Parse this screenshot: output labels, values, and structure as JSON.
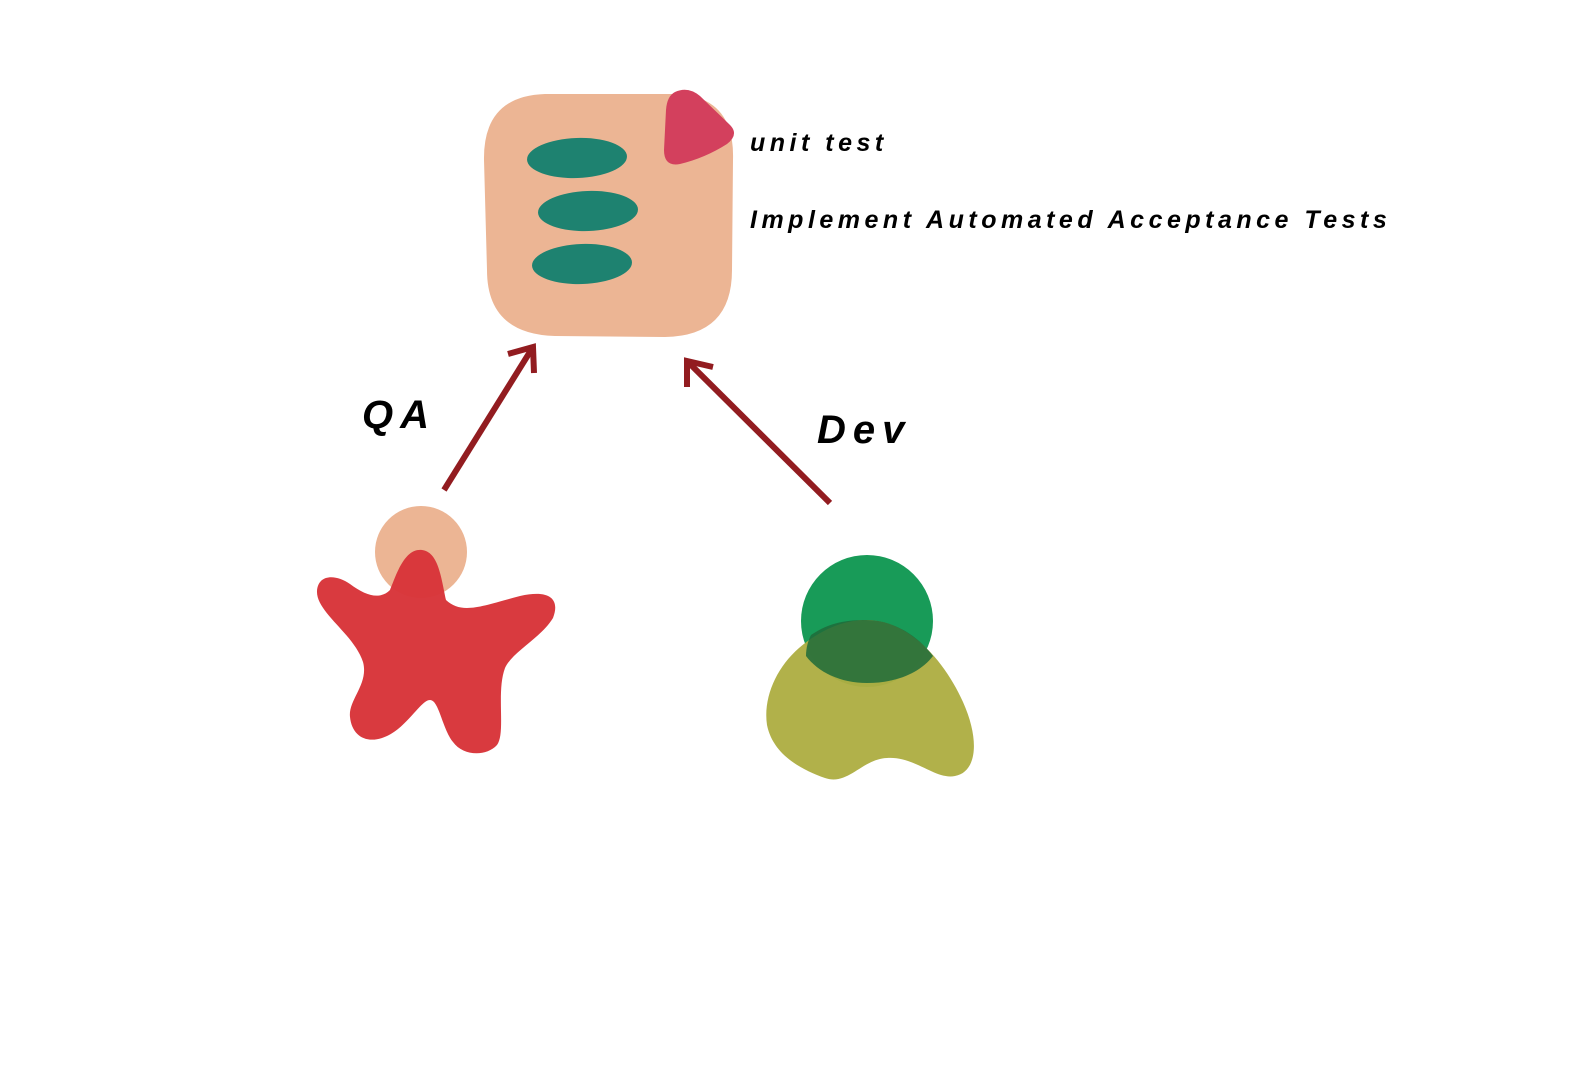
{
  "labels": {
    "unit_test": "unit test",
    "acceptance_tests": "Implement Automated Acceptance Tests",
    "qa": "QA",
    "dev": "Dev"
  },
  "icons": {
    "task_card": "task-card-icon",
    "qa_person": "qa-person-icon",
    "dev_person": "dev-person-icon"
  },
  "colors": {
    "card": "#ecb594",
    "card_lines": "#1e8270",
    "flag": "#d3405d",
    "qa_head": "#ecb594",
    "qa_body": "#d83439",
    "dev_head": "#189b58",
    "dev_body": "#aeae43",
    "arrow": "#921c20",
    "text": "#000000"
  }
}
